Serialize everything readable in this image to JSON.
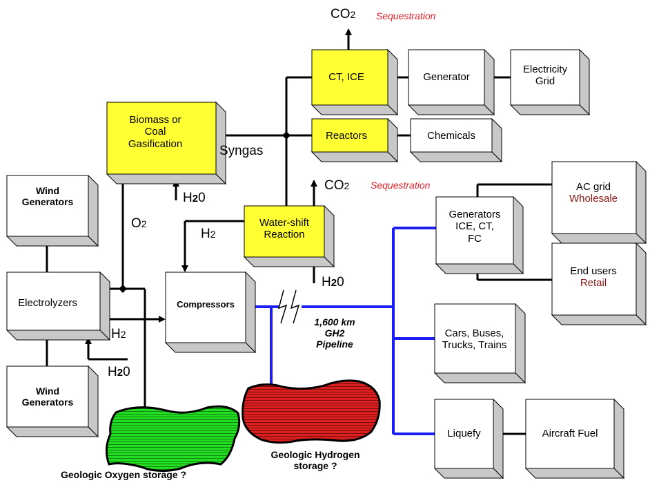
{
  "boxes": {
    "wind_top": [
      "Wind",
      "Generators"
    ],
    "electrolyzers": "Electrolyzers",
    "wind_bottom": [
      "Wind",
      "Generators"
    ],
    "compressors": "Compressors",
    "biomass": [
      "Biomass or",
      "Coal",
      "Gasification"
    ],
    "ct_ice": "CT, ICE",
    "reactors": "Reactors",
    "water_shift": [
      "Water-shift",
      "Reaction"
    ],
    "generator": "Generator",
    "electricity_grid": [
      "Electricity",
      "Grid"
    ],
    "chemicals": "Chemicals",
    "generators": [
      "Generators",
      "ICE, CT,",
      "FC"
    ],
    "ac_grid": [
      "AC grid",
      "Wholesale"
    ],
    "end_users": [
      "End users",
      "Retail"
    ],
    "vehicles": [
      "Cars, Buses,",
      "Trucks, Trains"
    ],
    "liquefy": "Liquefy",
    "aircraft_fuel": "Aircraft Fuel"
  },
  "labels": {
    "co2_top": "CO",
    "co2_top_sub": "2",
    "sequestration_top": "Sequestration",
    "syngas": "Syngas",
    "h2o_gasifier": "H",
    "h2o_gasifier_sub": "2",
    "h2o_gasifier_end": "0",
    "co2_mid": "CO",
    "co2_mid_sub": "2",
    "sequestration_mid": "Sequestration",
    "o2": "O",
    "o2_sub": "2",
    "h2_shift": "H",
    "h2_shift_sub": "2",
    "h2o_shift": "H",
    "h2o_shift_sub": "2",
    "h2o_shift_end": "0",
    "h2_electro": "H",
    "h2_electro_sub": "2",
    "h2o_electro": "H",
    "h2o_electro_sub": "2",
    "h2o_electro_end": "0",
    "pipeline": [
      "1,600 km",
      "GH2",
      "Pipeline"
    ],
    "oxygen_storage": "Geologic Oxygen storage ?",
    "hydrogen_storage": [
      "Geologic Hydrogen",
      "storage ?"
    ]
  },
  "colors": {
    "yellow_box": "#ffff33",
    "white_box": "#ffffff",
    "shadow": "#c8c8c8",
    "pipeline_blue": "#1d1df5",
    "oxygen_green": "#22dd22",
    "hydrogen_red": "#dd1f1f",
    "sequestration_red": "#e8202a",
    "market_maroon": "#8a1512"
  }
}
